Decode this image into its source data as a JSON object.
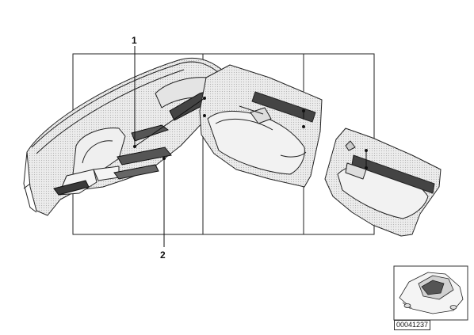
{
  "callouts": {
    "part1": "1",
    "part2": "2"
  },
  "reference_id": "00041237",
  "icons": {
    "main": "dashboard-and-door-trim-strips-diagram",
    "thumbnail": "car-location-thumbnail-icon"
  }
}
